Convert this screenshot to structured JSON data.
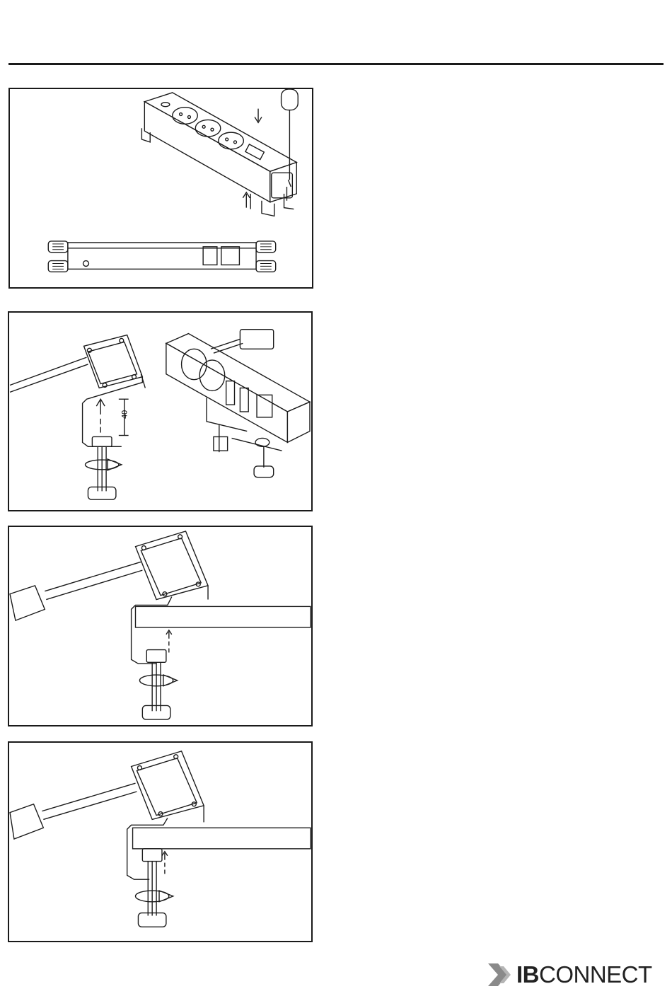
{
  "document": {
    "brand": {
      "strong": "IB",
      "light": "CONNECT",
      "mark_icon": "ibconnect-chevron-logo-icon"
    },
    "panels": [
      {
        "id": "step-1-mounting-screws"
      },
      {
        "id": "step-2-clamp-attach",
        "dimension": "40"
      },
      {
        "id": "step-3-clamp-desk"
      },
      {
        "id": "step-4-clamp-tighten"
      }
    ],
    "colors": {
      "line": "#1a1a1a",
      "background": "#ffffff",
      "logo_grey": "#8a8a8a"
    }
  }
}
